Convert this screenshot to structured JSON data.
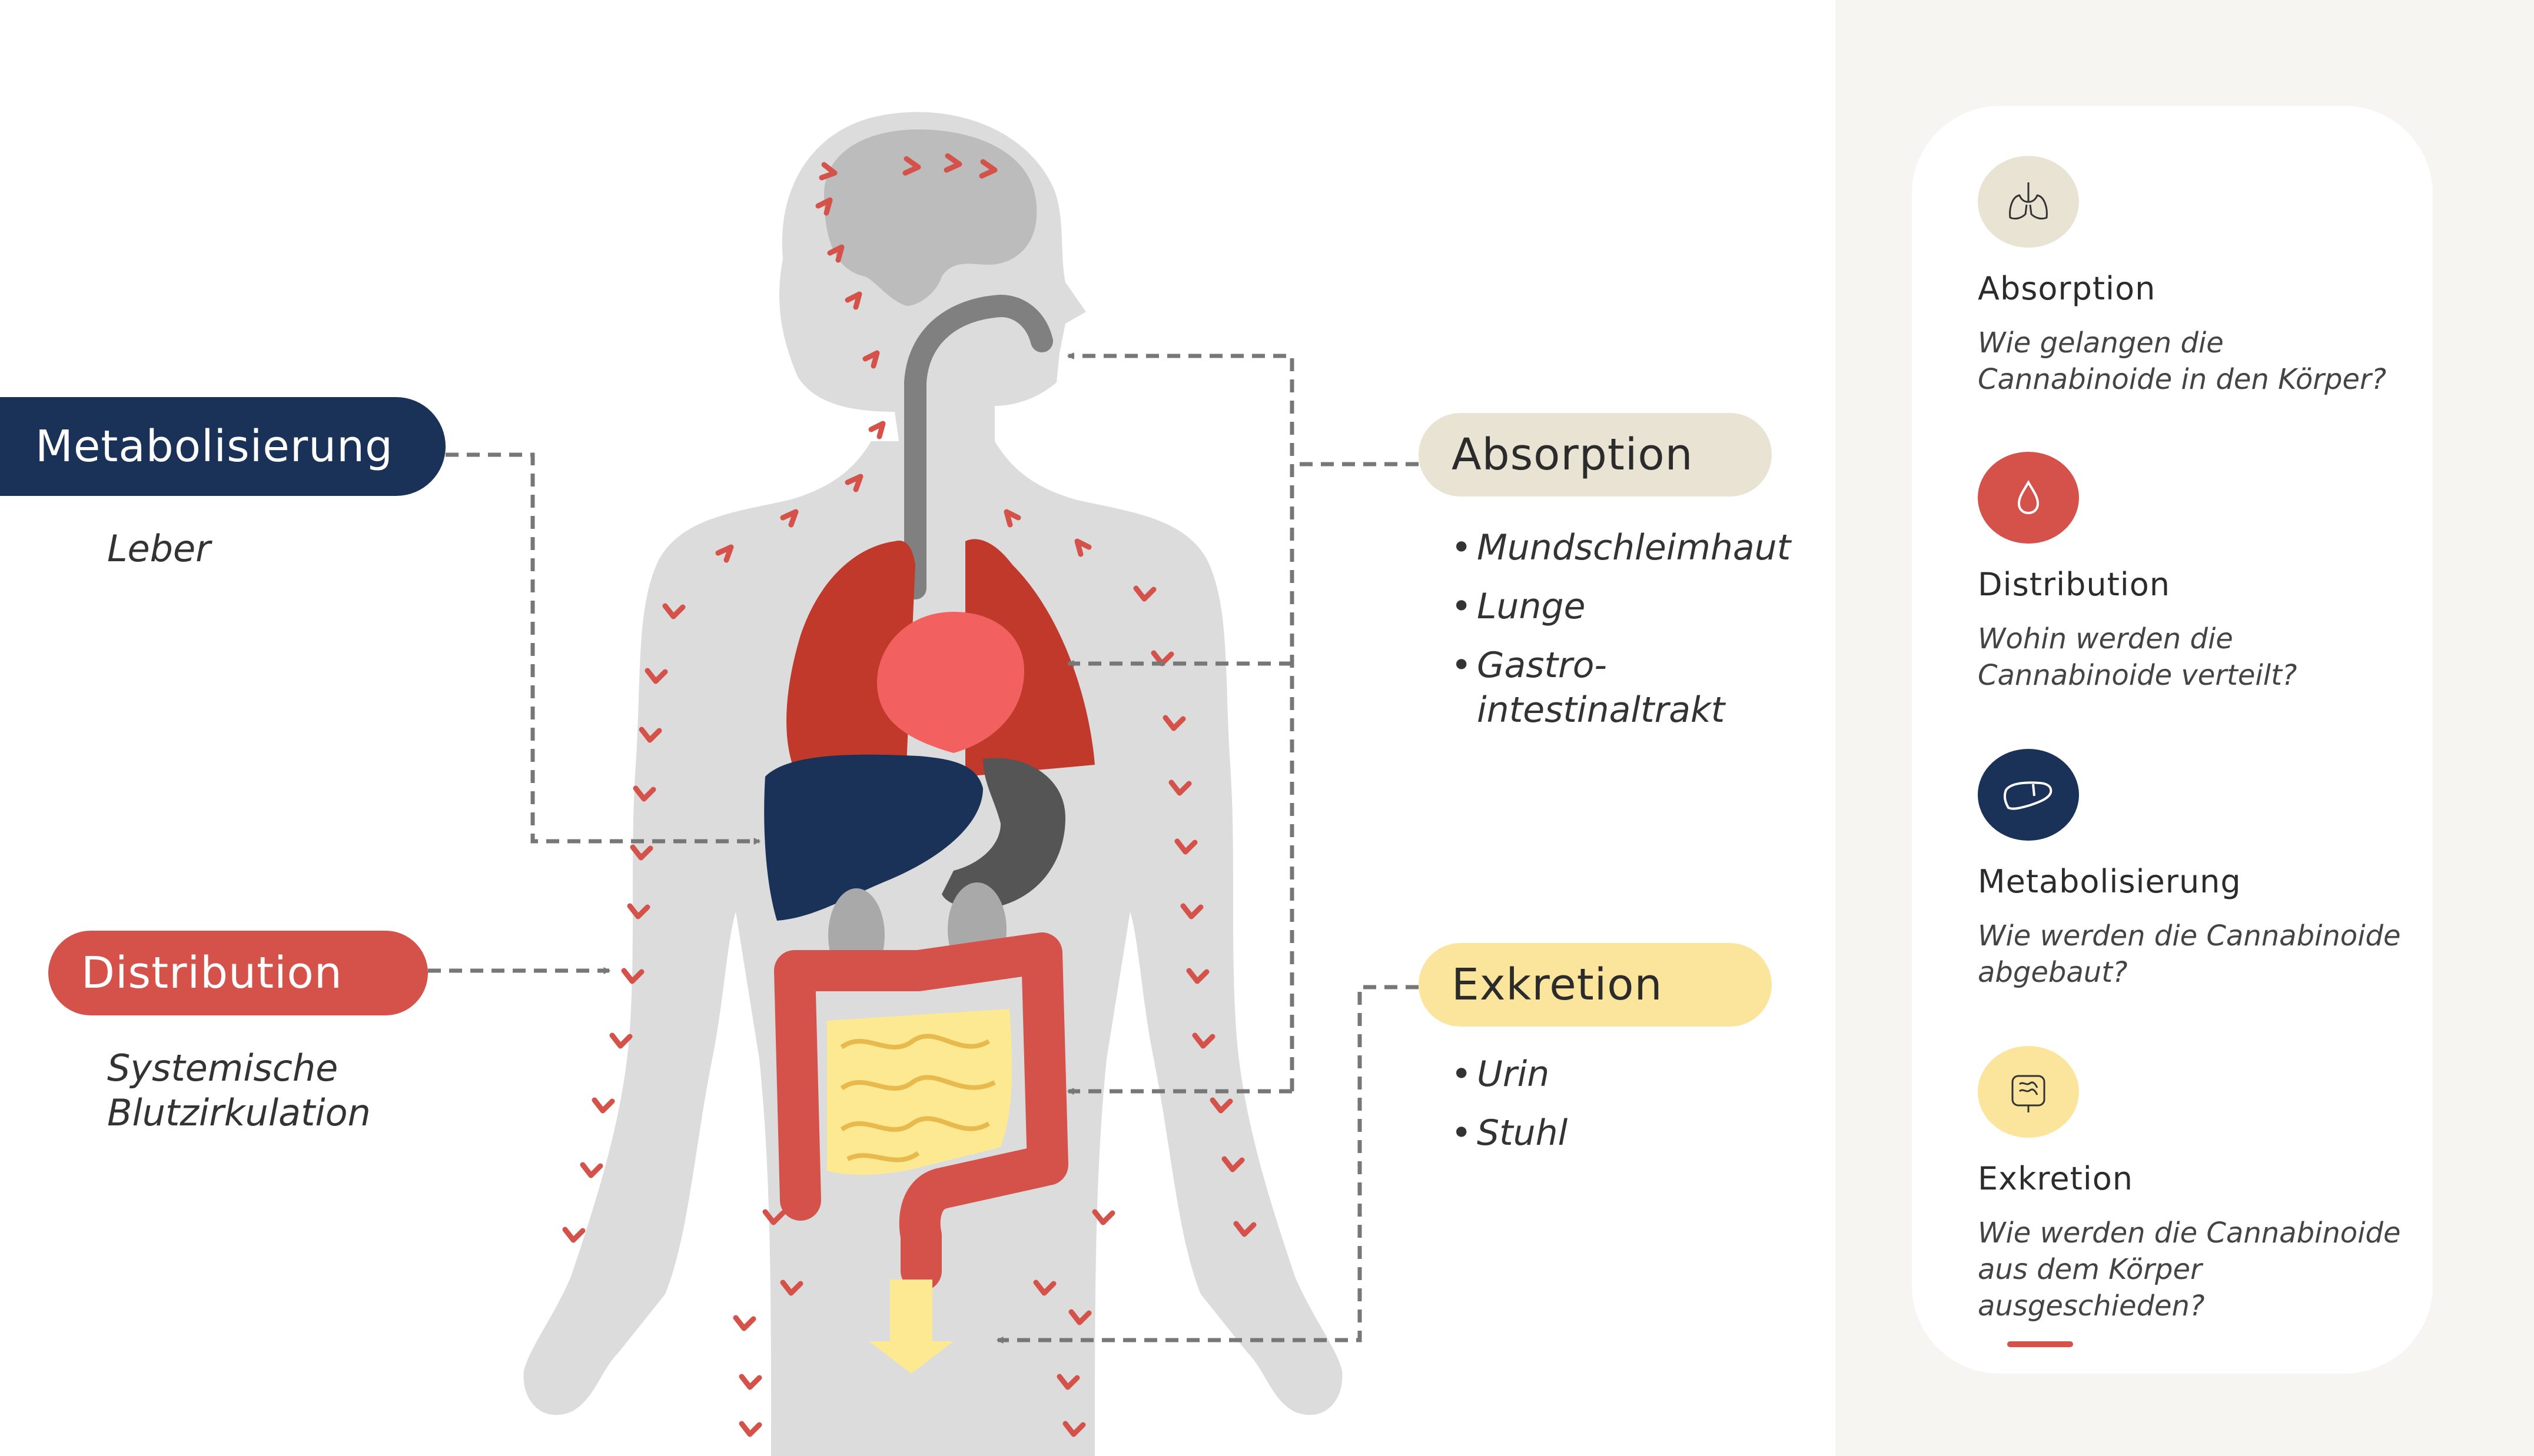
{
  "labels": {
    "metabolisierung": {
      "title": "Metabolisierung",
      "caption": "Leber"
    },
    "distribution": {
      "title": "Distribution",
      "caption": [
        "Systemische",
        "Blutzirkulation"
      ]
    },
    "absorption": {
      "title": "Absorption",
      "items": [
        "Mundschleimhaut",
        "Lunge",
        "Gastro-",
        "intestinaltrakt"
      ]
    },
    "exkretion": {
      "title": "Exkretion",
      "items": [
        "Urin",
        "Stuhl"
      ]
    }
  },
  "legend": [
    {
      "icon": "lungs-icon",
      "color": "#e9e3d3",
      "title": "Absorption",
      "desc": [
        "Wie gelangen die",
        "Cannabinoide in den Körper?"
      ]
    },
    {
      "icon": "blood-drop-icon",
      "color": "#d4524a",
      "title": "Distribution",
      "desc": [
        "Wohin werden die",
        "Cannabinoide verteilt?"
      ]
    },
    {
      "icon": "liver-icon",
      "color": "#1a3258",
      "title": "Metabolisierung",
      "desc": [
        "Wie werden die Cannabinoide",
        "abgebaut?"
      ]
    },
    {
      "icon": "intestine-icon",
      "color": "#fbe59c",
      "title": "Exkretion",
      "desc": [
        "Wie werden die Cannabinoide",
        "aus dem Körper",
        "ausgeschieden?"
      ]
    }
  ],
  "colors": {
    "navy": "#1a3258",
    "red": "#d4524a",
    "beige": "#e9e3d3",
    "yellow": "#fbe59c",
    "body": "#dcdcdc",
    "lungs": "#c0392b",
    "heart": "#f26060",
    "stomach": "#555555",
    "kidneys": "#a9a9a9",
    "small_intestine": "#fde992"
  }
}
